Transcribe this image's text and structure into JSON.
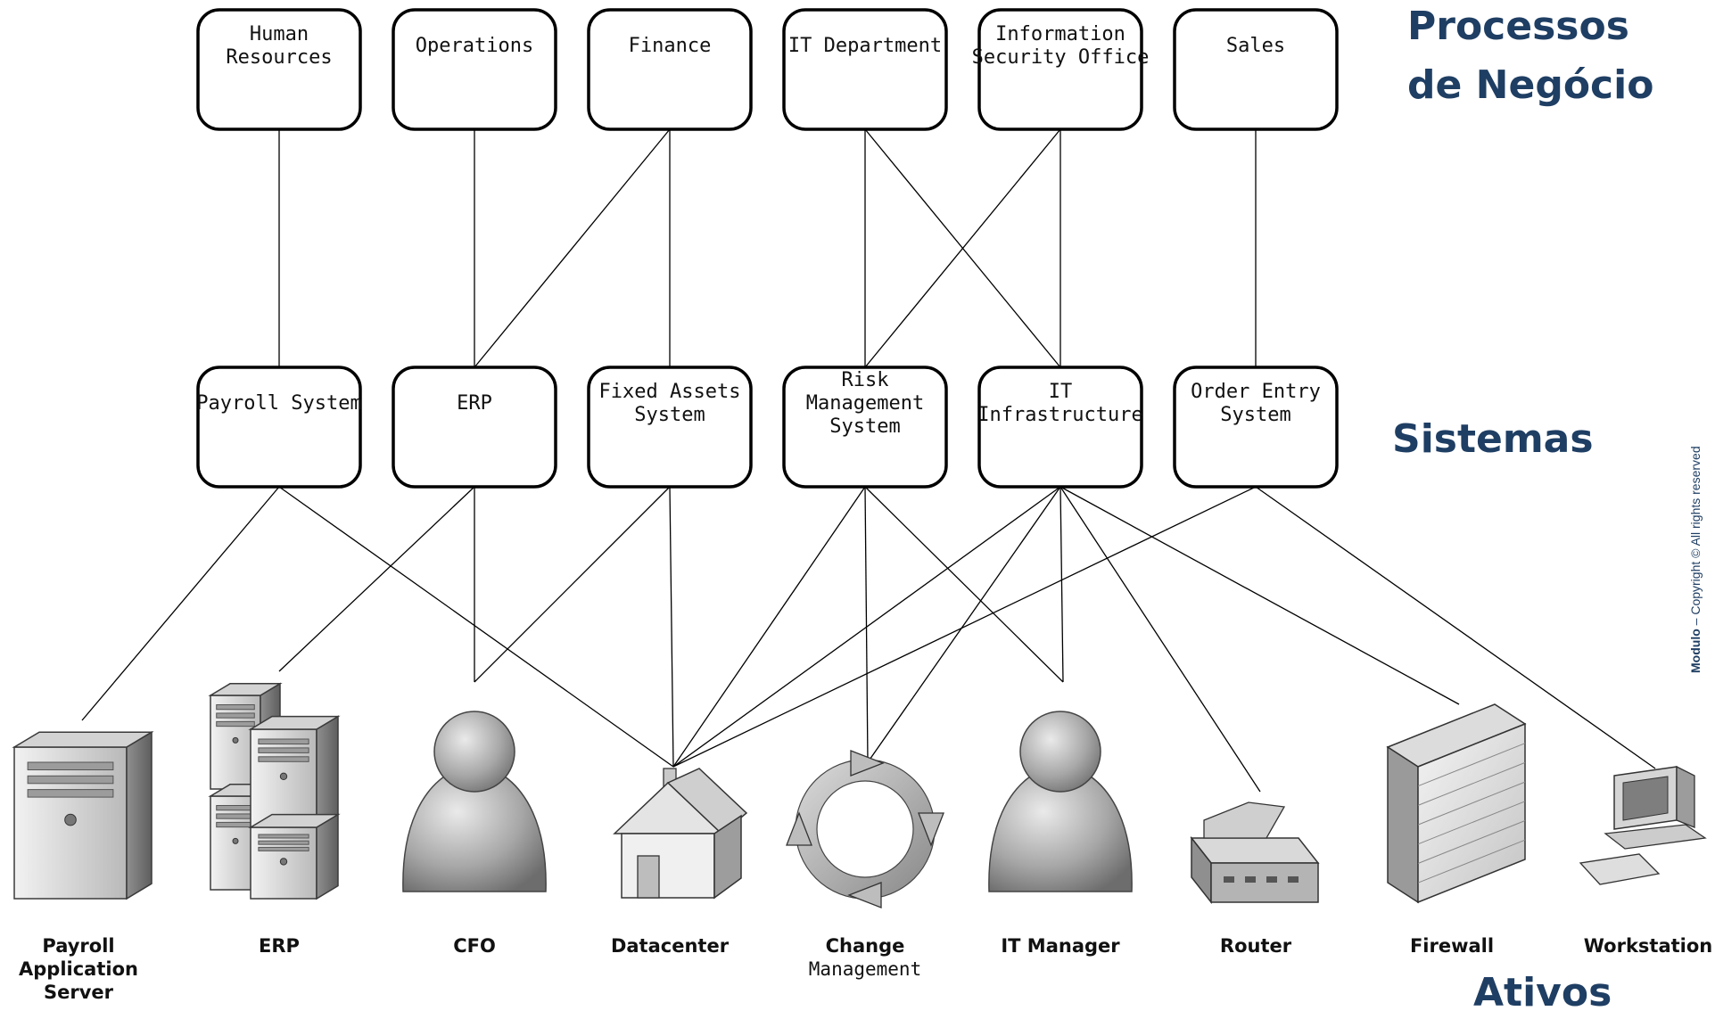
{
  "section_titles": {
    "processes_line1": "Processos",
    "processes_line2": "de Negócio",
    "systems": "Sistemas",
    "assets": "Ativos"
  },
  "processes": [
    {
      "id": "hr",
      "lines": [
        "Human",
        "Resources"
      ]
    },
    {
      "id": "ops",
      "lines": [
        "Operations"
      ]
    },
    {
      "id": "fin",
      "lines": [
        "Finance"
      ]
    },
    {
      "id": "it",
      "lines": [
        "IT Department"
      ]
    },
    {
      "id": "iso",
      "lines": [
        "Information",
        "Security Office"
      ]
    },
    {
      "id": "sales",
      "lines": [
        "Sales"
      ]
    }
  ],
  "systems": [
    {
      "id": "payroll",
      "lines": [
        "Payroll System"
      ]
    },
    {
      "id": "erp",
      "lines": [
        "ERP"
      ]
    },
    {
      "id": "fixed",
      "lines": [
        "Fixed Assets",
        "System"
      ]
    },
    {
      "id": "risk",
      "lines": [
        "Risk",
        "Management",
        "System"
      ]
    },
    {
      "id": "itinfra",
      "lines": [
        "IT",
        "Infrastructure"
      ]
    },
    {
      "id": "order",
      "lines": [
        "Order Entry",
        "System"
      ]
    }
  ],
  "assets": [
    {
      "id": "payroll_server",
      "icon": "server-tower-icon",
      "lines": [
        "Payroll",
        "Application",
        "Server"
      ]
    },
    {
      "id": "erp_servers",
      "icon": "server-cluster-icon",
      "lines": [
        "ERP"
      ]
    },
    {
      "id": "cfo",
      "icon": "person-icon",
      "lines": [
        "CFO"
      ]
    },
    {
      "id": "datacenter",
      "icon": "house-icon",
      "lines": [
        "Datacenter"
      ]
    },
    {
      "id": "change",
      "icon": "cycle-arrows-icon",
      "lines": [
        "Change",
        "Management"
      ]
    },
    {
      "id": "itmanager",
      "icon": "person-icon",
      "lines": [
        "IT Manager"
      ]
    },
    {
      "id": "router",
      "icon": "router-icon",
      "lines": [
        "Router"
      ]
    },
    {
      "id": "firewall",
      "icon": "firewall-brick-icon",
      "lines": [
        "Firewall"
      ]
    },
    {
      "id": "workstation",
      "icon": "workstation-icon",
      "lines": [
        "Workstation"
      ]
    }
  ],
  "edges": [
    [
      "hr",
      "payroll"
    ],
    [
      "ops",
      "erp"
    ],
    [
      "fin",
      "erp"
    ],
    [
      "fin",
      "fixed"
    ],
    [
      "it",
      "risk"
    ],
    [
      "it",
      "itinfra"
    ],
    [
      "iso",
      "risk"
    ],
    [
      "iso",
      "itinfra"
    ],
    [
      "sales",
      "order"
    ],
    [
      "payroll",
      "payroll_server"
    ],
    [
      "payroll",
      "datacenter"
    ],
    [
      "erp",
      "erp_servers"
    ],
    [
      "erp",
      "cfo"
    ],
    [
      "fixed",
      "cfo"
    ],
    [
      "fixed",
      "datacenter"
    ],
    [
      "risk",
      "datacenter"
    ],
    [
      "risk",
      "change"
    ],
    [
      "risk",
      "itmanager"
    ],
    [
      "itinfra",
      "datacenter"
    ],
    [
      "itinfra",
      "change"
    ],
    [
      "itinfra",
      "itmanager"
    ],
    [
      "itinfra",
      "router"
    ],
    [
      "itinfra",
      "firewall"
    ],
    [
      "order",
      "datacenter"
    ],
    [
      "order",
      "workstation"
    ]
  ],
  "copyright": {
    "brand": "Modulo",
    "text": " – Copyright ©  All rights reserved"
  },
  "colors": {
    "title_blue": "#1f3e63",
    "icon_gray_light": "#e4e4e4",
    "icon_gray_dark": "#8a8a8a"
  }
}
